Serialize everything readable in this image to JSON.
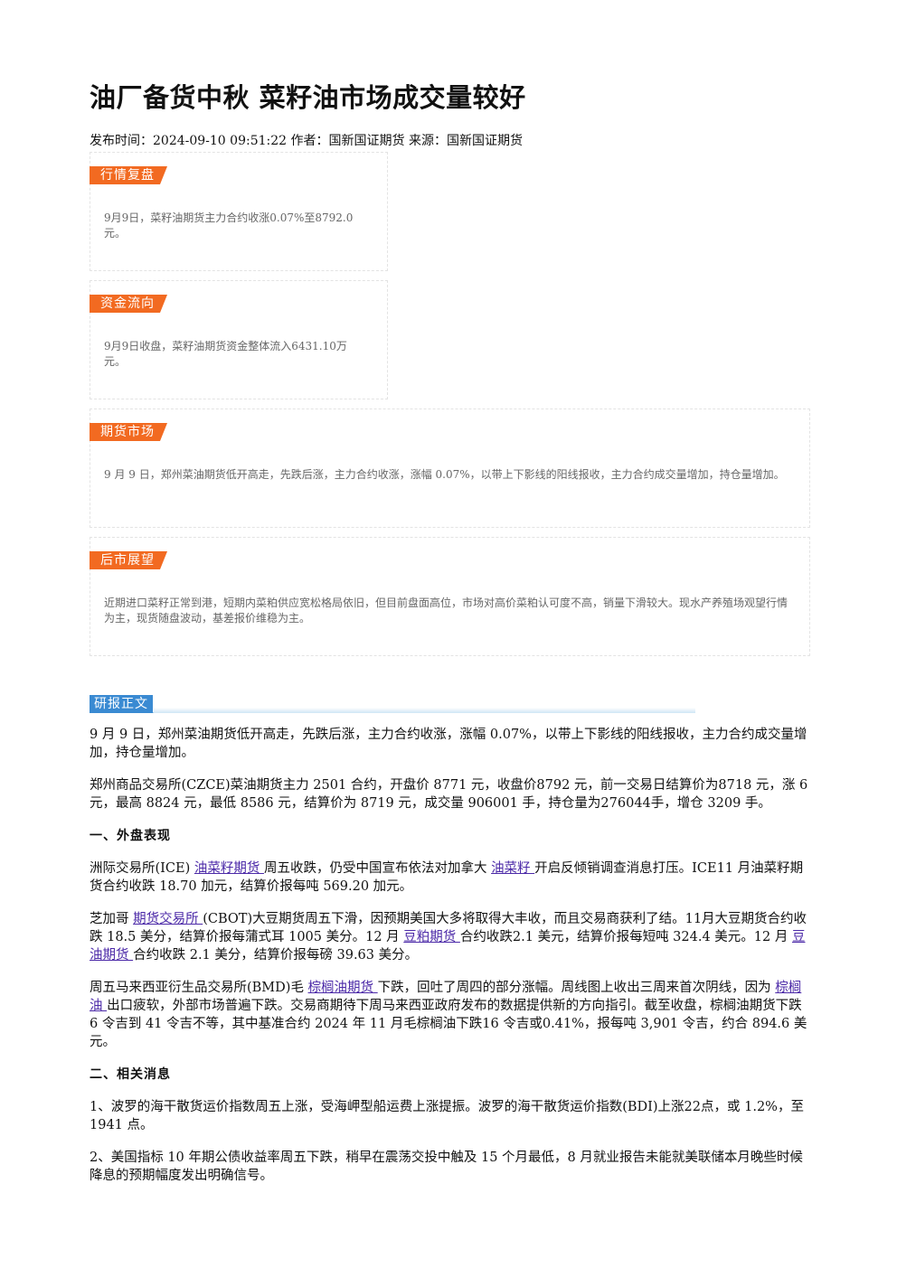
{
  "article": {
    "title": "油厂备货中秋 菜籽油市场成交量较好",
    "meta": "发布时间：2024-09-10 09:51:22 作者：国新国证期货 来源：国新国证期货"
  },
  "cards": [
    {
      "tag": "行情复盘",
      "text": "9月9日，菜籽油期货主力合约收涨0.07%至8792.0元。"
    },
    {
      "tag": "资金流向",
      "text": "9月9日收盘，菜籽油期货资金整体流入6431.10万元。"
    },
    {
      "tag": "期货市场",
      "text": "9 月 9 日，郑州菜油期货低开高走，先跌后涨，主力合约收涨，涨幅 0.07%，以带上下影线的阳线报收，主力合约成交量增加，持仓量增加。"
    },
    {
      "tag": "后市展望",
      "text": "近期进口菜籽正常到港，短期内菜粕供应宽松格局依旧，但目前盘面高位，市场对高价菜粕认可度不高，销量下滑较大。现水产养殖场观望行情为主，现货随盘波动，基差报价维稳为主。"
    }
  ],
  "section": {
    "label": "研报正文"
  },
  "body": {
    "p1": "9 月 9 日，郑州菜油期货低开高走，先跌后涨，主力合约收涨，涨幅 0.07%，以带上下影线的阳线报收，主力合约成交量增加，持仓量增加。",
    "p2": "郑州商品交易所(CZCE)菜油期货主力 2501 合约，开盘价 8771 元，收盘价8792 元，前一交易日结算价为8718 元，涨 6 元，最高 8824 元，最低 8586 元，结算价为 8719 元，成交量 906001 手，持仓量为276044手，增仓 3209 手。",
    "h1": "一、外盘表现",
    "p3": {
      "a": "洲际交易所(ICE) ",
      "l1": "油菜籽期货 ",
      "b": "周五收跌，仍受中国宣布依法对加拿大 ",
      "l2": "油菜籽 ",
      "c": "开启反倾销调查消息打压。ICE11 月油菜籽期货合约收跌 18.70 加元，结算价报每吨 569.20 加元。"
    },
    "p4": {
      "a": "芝加哥 ",
      "l1": "期货交易所 ",
      "b": "(CBOT)大豆期货周五下滑，因预期美国大多将取得大丰收，而且交易商获利了结。11月大豆期货合约收跌 18.5 美分，结算价报每蒲式耳 1005 美分。12 月 ",
      "l2": "豆粕期货 ",
      "c": "合约收跌2.1 美元，结算价报每短吨 324.4 美元。12 月 ",
      "l3": "豆油期货 ",
      "d": "合约收跌 2.1 美分，结算价报每磅 39.63 美分。"
    },
    "p5": {
      "a": "周五马来西亚衍生品交易所(BMD)毛 ",
      "l1": "棕榈油期货 ",
      "b": "下跌，回吐了周四的部分涨幅。周线图上收出三周来首次阴线，因为 ",
      "l2": "棕榈油 ",
      "c": "出口疲软，外部市场普遍下跌。交易商期待下周马来西亚政府发布的数据提供新的方向指引。截至收盘，棕榈油期货下跌 6 令吉到 41 令吉不等，其中基准合约 2024 年 11 月毛棕榈油下跌16 令吉或0.41%，报每吨 3,901 令吉，约合 894.6 美元。"
    },
    "h2": "二、相关消息",
    "p6": "1、波罗的海干散货运价指数周五上涨，受海岬型船运费上涨提振。波罗的海干散货运价指数(BDI)上涨22点，或 1.2%，至 1941 点。",
    "p7": "2、美国指标 10 年期公债收益率周五下跌，稍早在震荡交投中触及 15 个月最低，8 月就业报告未能就美联储本月晚些时候降息的预期幅度发出明确信号。"
  }
}
